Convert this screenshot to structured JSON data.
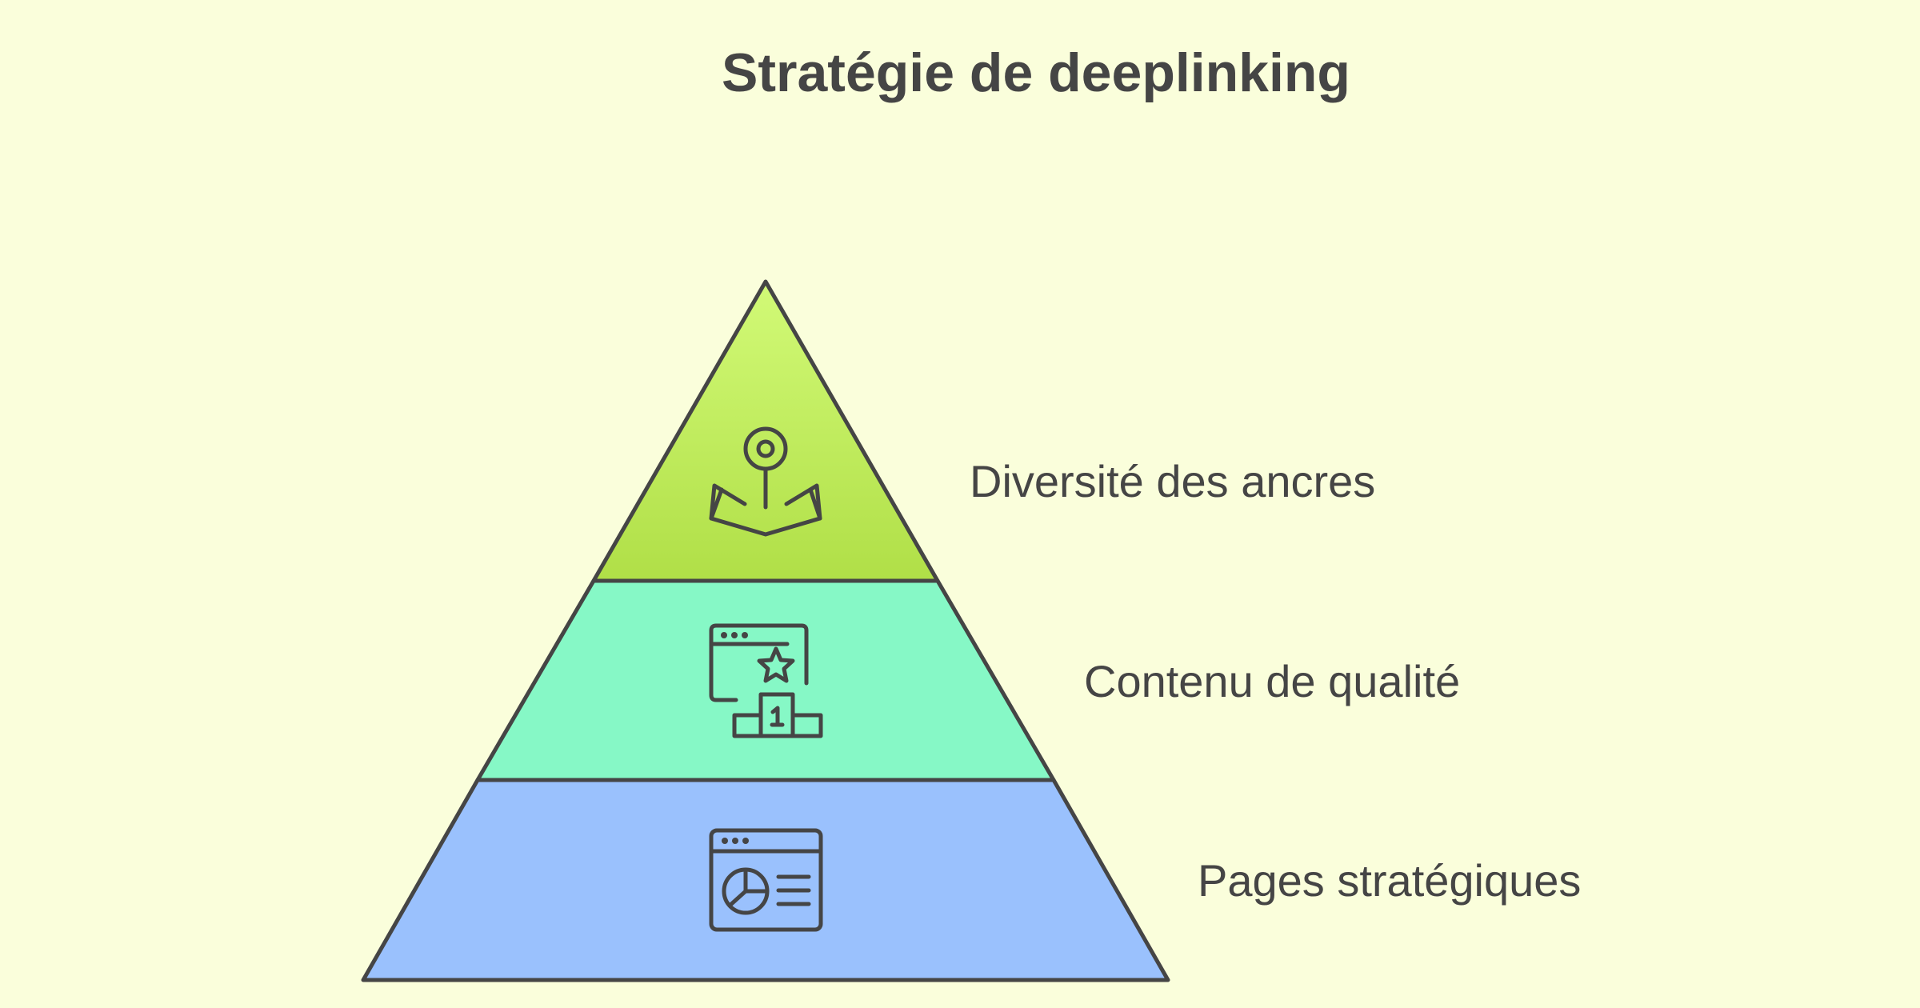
{
  "title": "Stratégie de deeplinking",
  "levels": [
    {
      "label": "Diversité des ancres",
      "icon": "anchor-icon",
      "color": "#b3e14b"
    },
    {
      "label": "Contenu de qualité",
      "icon": "quality-content-podium-icon",
      "color": "#86f8c6"
    },
    {
      "label": "Pages stratégiques",
      "icon": "web-page-chart-icon",
      "color": "#9ac1fd"
    }
  ],
  "colors": {
    "background": "#fafedb",
    "stroke": "#454545",
    "text": "#454545"
  }
}
